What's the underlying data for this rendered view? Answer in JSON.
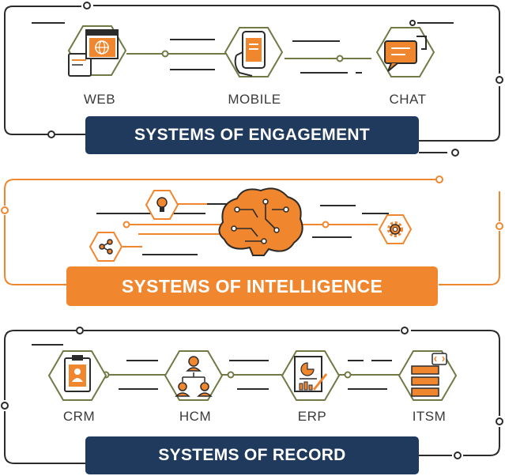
{
  "colors": {
    "navy": "#1f3a5c",
    "orange": "#f0862e",
    "olive": "#707a45",
    "dark_line": "#2b2b2b",
    "hex_fill": "#ffffff"
  },
  "engagement": {
    "title": "SYSTEMS OF ENGAGEMENT",
    "nodes": [
      {
        "label": "WEB",
        "icon": "web-browser-globe-icon"
      },
      {
        "label": "MOBILE",
        "icon": "mobile-phone-hand-icon"
      },
      {
        "label": "CHAT",
        "icon": "chat-bubble-icon"
      }
    ]
  },
  "intelligence": {
    "title": "SYSTEMS OF INTELLIGENCE",
    "nodes": [
      {
        "icon": "lightbulb-icon"
      },
      {
        "icon": "brain-circuit-icon"
      },
      {
        "icon": "share-icon"
      },
      {
        "icon": "gear-icon"
      }
    ]
  },
  "record": {
    "title": "SYSTEMS OF RECORD",
    "nodes": [
      {
        "label": "CRM",
        "icon": "clipboard-user-icon"
      },
      {
        "label": "HCM",
        "icon": "org-chart-people-icon"
      },
      {
        "label": "ERP",
        "icon": "report-chart-icon"
      },
      {
        "label": "ITSM",
        "icon": "server-code-icon"
      }
    ]
  }
}
